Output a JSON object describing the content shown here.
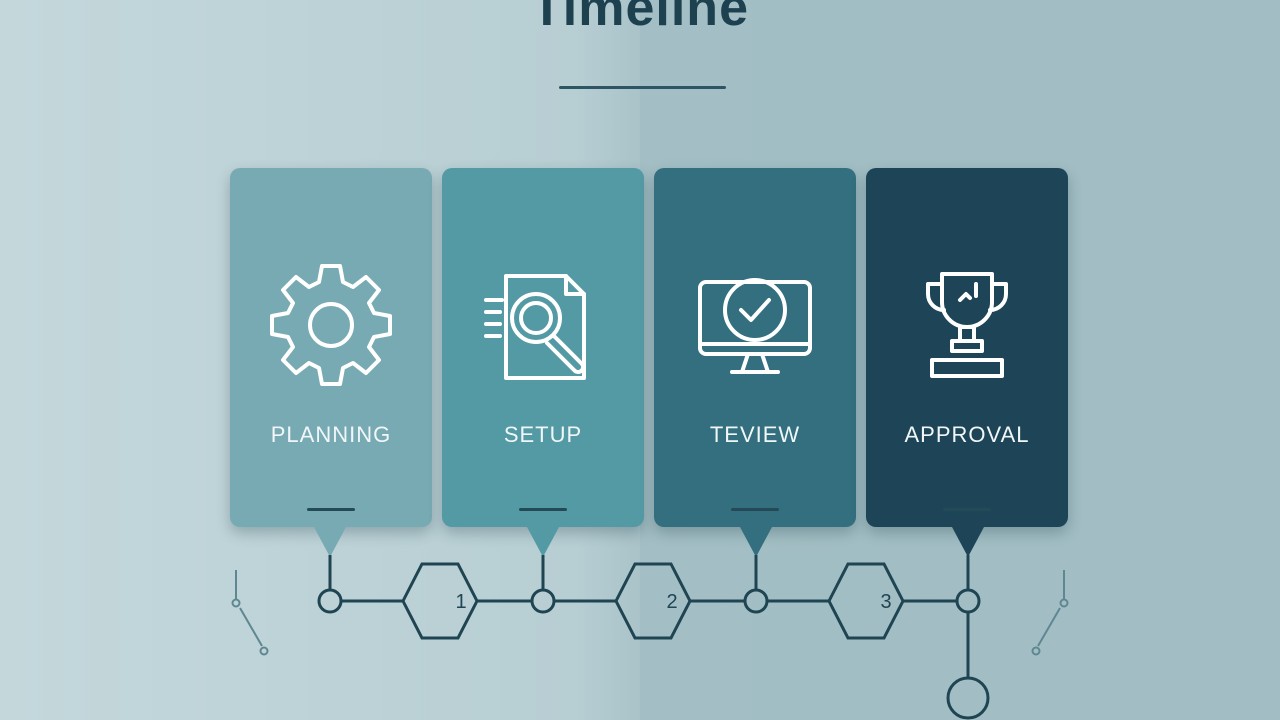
{
  "title": "Timeline",
  "stages": [
    {
      "label": "PLANNING",
      "icon": "gear-icon",
      "color": "#78aab4"
    },
    {
      "label": "SETUP",
      "icon": "document-search-icon",
      "color": "#549aa4"
    },
    {
      "label": "TEVIEW",
      "icon": "monitor-check-icon",
      "color": "#336f7e"
    },
    {
      "label": "APPROVAL",
      "icon": "trophy-icon",
      "color": "#1e4557"
    }
  ],
  "steps": [
    "1",
    "2",
    "3"
  ],
  "colors": {
    "line": "#1f4452",
    "title": "#1e4150"
  }
}
